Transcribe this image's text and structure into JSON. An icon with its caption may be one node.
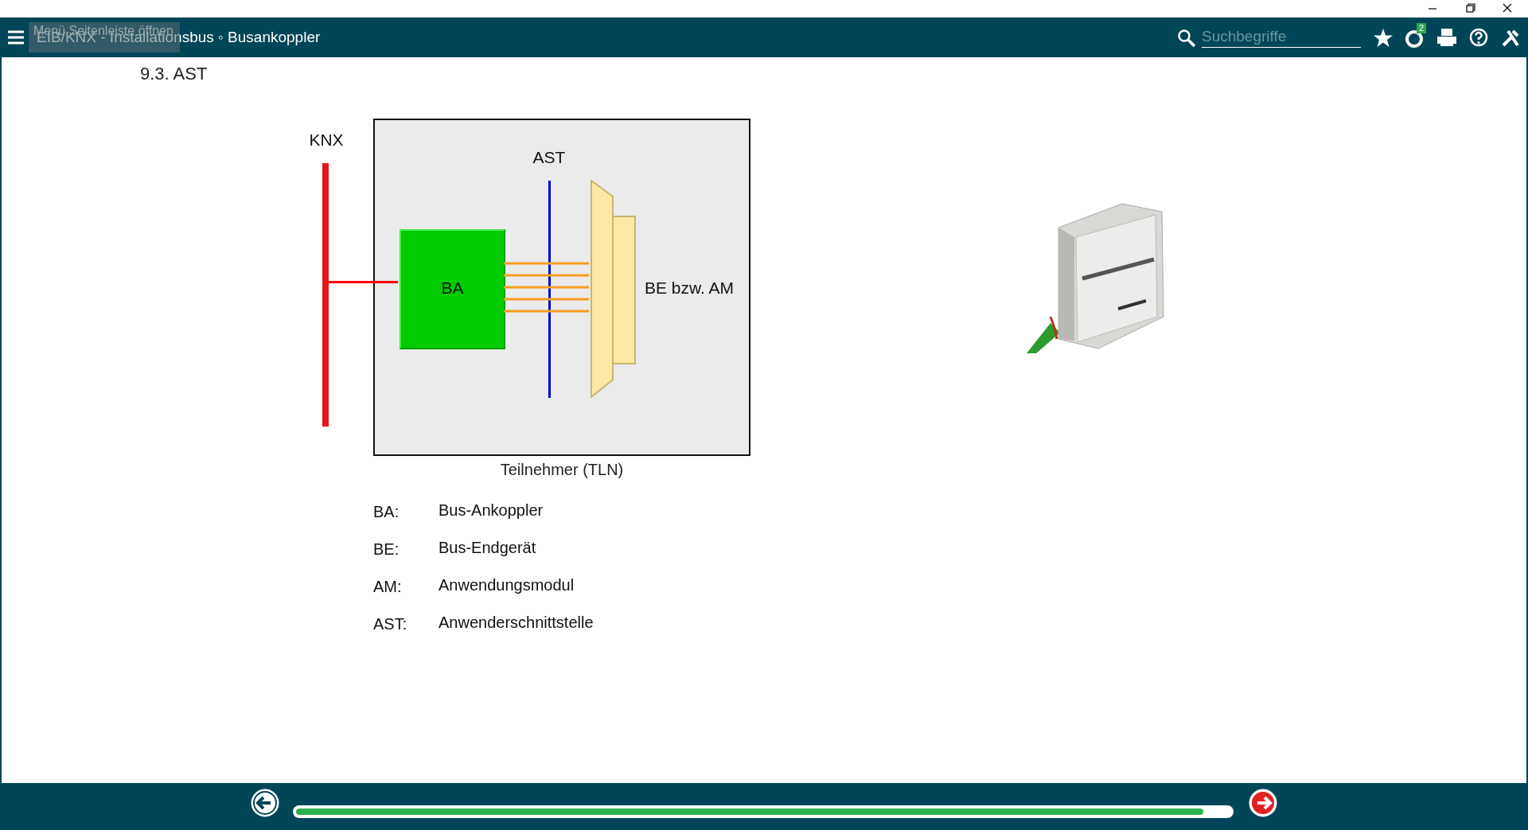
{
  "diagram": {
    "title": "9.3. AST",
    "nodes": [
      {
        "text": [
          "Teilnehmer (TLN)"
        ]
      },
      {
        "text": [
          "KNX"
        ]
      },
      {
        "text": [
          "BA"
        ],
        "in": 0
      },
      {
        "text": [
          "AST"
        ],
        "in": 0
      },
      {
        "text": [
          "BE bzw. AM"
        ],
        "in": 0
      },
      {
        "text": [],
        "shape": "picture"
      }
    ],
    "edges": [
      {
        "from": 1,
        "to": 2,
        "arrow": "none",
        "color": "#ff0000"
      },
      {
        "from": 2,
        "to": 4,
        "arrow": "none"
      },
      {
        "from": 2,
        "to": 4,
        "arrow": "none"
      },
      {
        "from": 2,
        "to": 4,
        "arrow": "none"
      },
      {
        "from": 2,
        "to": 4,
        "arrow": "none"
      },
      {
        "from": 2,
        "to": 4,
        "arrow": "none"
      }
    ],
    "labels": [
      "Menü Seitenleiste öffnen",
      "EIB/KNX - Installationsbus ◦ Busankoppler",
      "Suchbegriffe",
      "2",
      "BA:",
      "Bus-Ankoppler",
      "BE:",
      "Bus-Endgerät",
      "AM:",
      "Anwendungsmodul",
      "AST:",
      "Anwenderschnittstelle"
    ]
  }
}
